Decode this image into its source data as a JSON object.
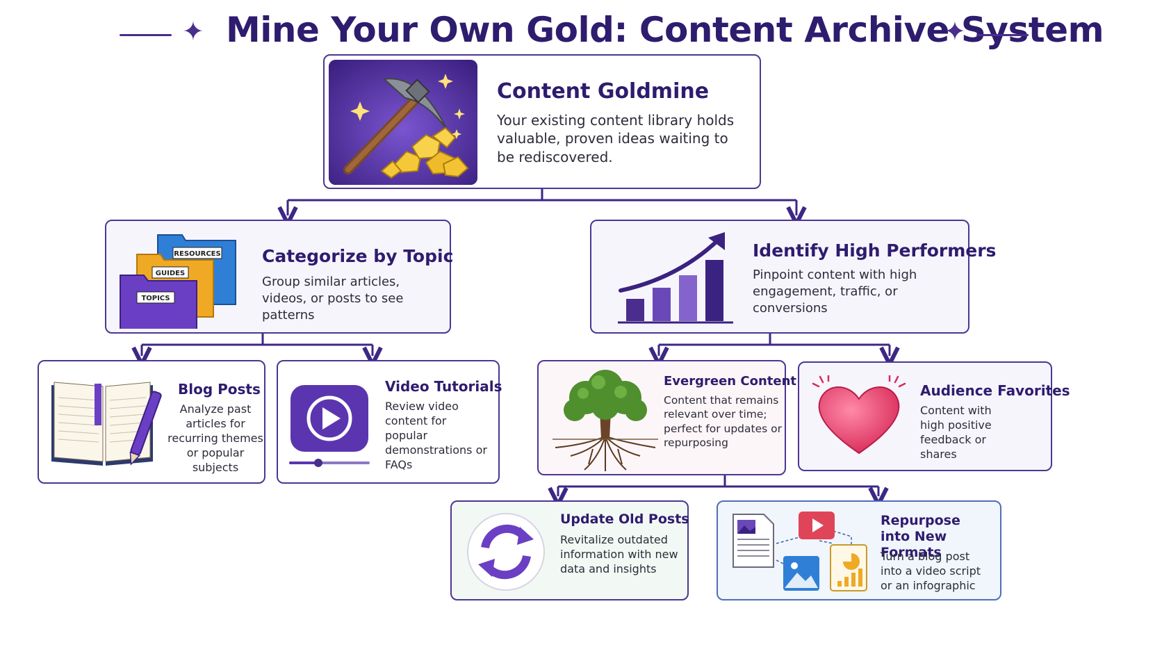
{
  "title": "Mine Your Own Gold: Content Archive System",
  "colors": {
    "primary": "#2e1c6e",
    "accent": "#5b35b0",
    "connector": "#3d2785",
    "gold": "#f2c12e",
    "heart": "#e8416a",
    "tree_green": "#4f8f2e"
  },
  "root": {
    "title": "Content Goldmine",
    "description": "Your existing content library holds valuable, proven ideas waiting to be rediscovered.",
    "icon": "pickaxe-gold-icon"
  },
  "categorize": {
    "title": "Categorize by Topic",
    "description": "Group similar articles, videos, or posts to see patterns",
    "icon": "folders-icon",
    "folder_labels": [
      "RESOURCES",
      "GUIDES",
      "TOPICS"
    ]
  },
  "identify": {
    "title": "Identify High Performers",
    "description": "Pinpoint content with high engagement, traffic, or conversions",
    "icon": "growth-chart-icon"
  },
  "blog": {
    "title": "Blog Posts",
    "description": "Analyze past articles for recurring themes or popular subjects",
    "icon": "notebook-pen-icon"
  },
  "video": {
    "title": "Video Tutorials",
    "description": "Review video content for popular demonstrations or FAQs",
    "icon": "play-button-icon"
  },
  "evergreen": {
    "title": "Evergreen Content",
    "description": "Content that remains relevant over time; perfect for updates or repurposing",
    "icon": "tree-icon"
  },
  "favorites": {
    "title": "Audience Favorites",
    "description": "Content with high positive feedback or shares",
    "icon": "heart-icon"
  },
  "update": {
    "title": "Update Old Posts",
    "description": "Revitalize outdated information with new data and insights",
    "icon": "refresh-icon"
  },
  "repurpose": {
    "title": "Repurpose into New Formats",
    "description": "Turn a blog post into a video script or an infographic",
    "icon": "formats-icon"
  }
}
